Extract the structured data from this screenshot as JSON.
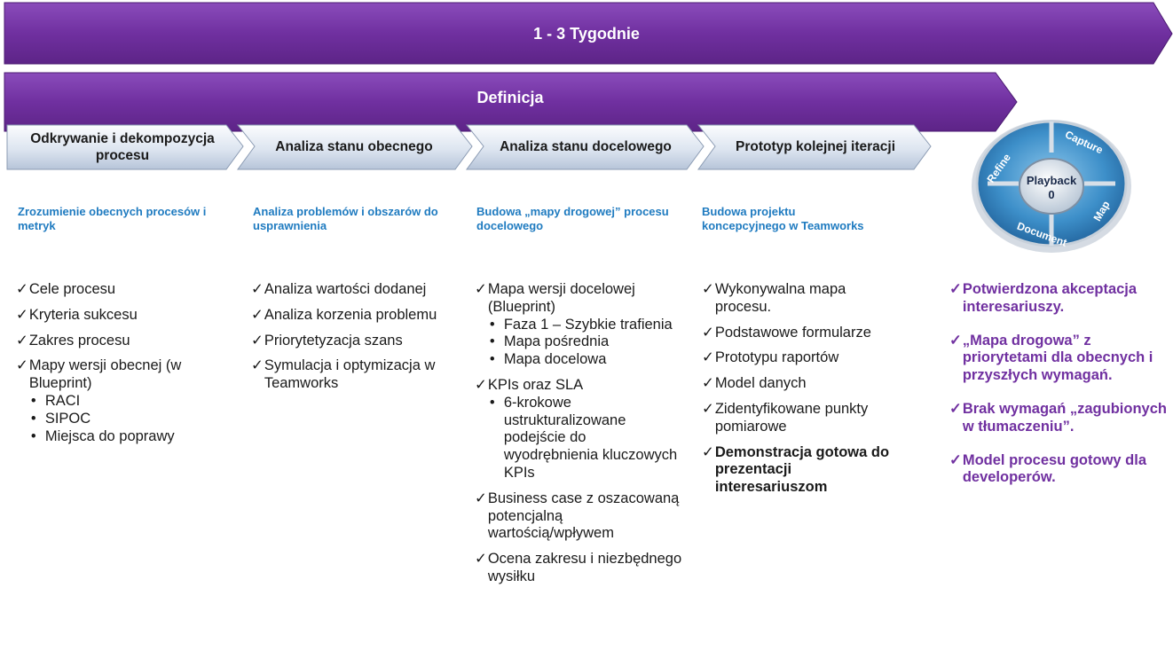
{
  "banner_top": {
    "label": "1 - 3 Tygodnie"
  },
  "banner_second": {
    "label": "Definicja"
  },
  "phases": [
    {
      "label": "Odkrywanie i dekompozycja procesu"
    },
    {
      "label": "Analiza stanu obecnego"
    },
    {
      "label": "Analiza stanu docelowego"
    },
    {
      "label": "Prototyp kolejnej iteracji"
    }
  ],
  "cycle": {
    "center": "Playback",
    "center_number": "0",
    "segments": [
      "Capture",
      "Map",
      "Document",
      "Refine"
    ]
  },
  "columns": [
    {
      "heading": "Zrozumienie obecnych procesów i metryk",
      "items": [
        {
          "text": "Cele procesu",
          "sub": []
        },
        {
          "text": "Kryteria sukcesu",
          "sub": []
        },
        {
          "text": "Zakres procesu",
          "sub": []
        },
        {
          "text": "Mapy wersji obecnej (w Blueprint)",
          "sub": [
            "RACI",
            "SIPOC",
            "Miejsca do poprawy"
          ]
        }
      ]
    },
    {
      "heading": "Analiza problemów i obszarów do usprawnienia",
      "items": [
        {
          "text": "Analiza wartości dodanej",
          "sub": []
        },
        {
          "text": "Analiza korzenia problemu",
          "sub": []
        },
        {
          "text": "Priorytetyzacja szans",
          "sub": []
        },
        {
          "text": "Symulacja i optymizacja w Teamworks",
          "sub": []
        }
      ]
    },
    {
      "heading": "Budowa „mapy drogowej” procesu docelowego",
      "items": [
        {
          "text": "Mapa wersji docelowej (Blueprint)",
          "sub": [
            "Faza 1 – Szybkie trafienia",
            "Mapa pośrednia",
            "Mapa docelowa"
          ]
        },
        {
          "text": "KPIs oraz SLA",
          "sub": [
            "6-krokowe ustrukturalizowane podejście do wyodrębnienia kluczowych KPIs"
          ]
        },
        {
          "text": "Business case z oszacowaną potencjalną wartością/wpływem",
          "sub": []
        },
        {
          "text": "Ocena zakresu i niezbędnego wysiłku",
          "sub": []
        }
      ]
    },
    {
      "heading": "Budowa projektu koncepcyjnego w Teamworks",
      "items": [
        {
          "text": "Wykonywalna mapa procesu.",
          "sub": [],
          "bold": false
        },
        {
          "text": "Podstawowe formularze",
          "sub": [],
          "bold": false
        },
        {
          "text": "Prototypu raportów",
          "sub": [],
          "bold": false
        },
        {
          "text": "Model danych",
          "sub": [],
          "bold": false
        },
        {
          "text": "Zidentyfikowane punkty pomiarowe",
          "sub": [],
          "bold": false
        },
        {
          "text": "Demonstracja gotowa do prezentacji interesariuszom",
          "sub": [],
          "bold": true
        }
      ]
    }
  ],
  "outcomes": [
    "Potwierdzona akceptacja interesariuszy.",
    "„Mapa drogowa” z priorytetami dla obecnych i przyszłych wymagań.",
    "Brak wymagań „zagubionych w tłumaczeniu”.",
    "Model procesu gotowy dla developerów."
  ],
  "check_symbol": "✓",
  "bullet_symbol": "•",
  "colors": {
    "banner_purple": "#7030a0",
    "heading_blue": "#1f7bc0",
    "outcome_purple": "#7030a0"
  }
}
